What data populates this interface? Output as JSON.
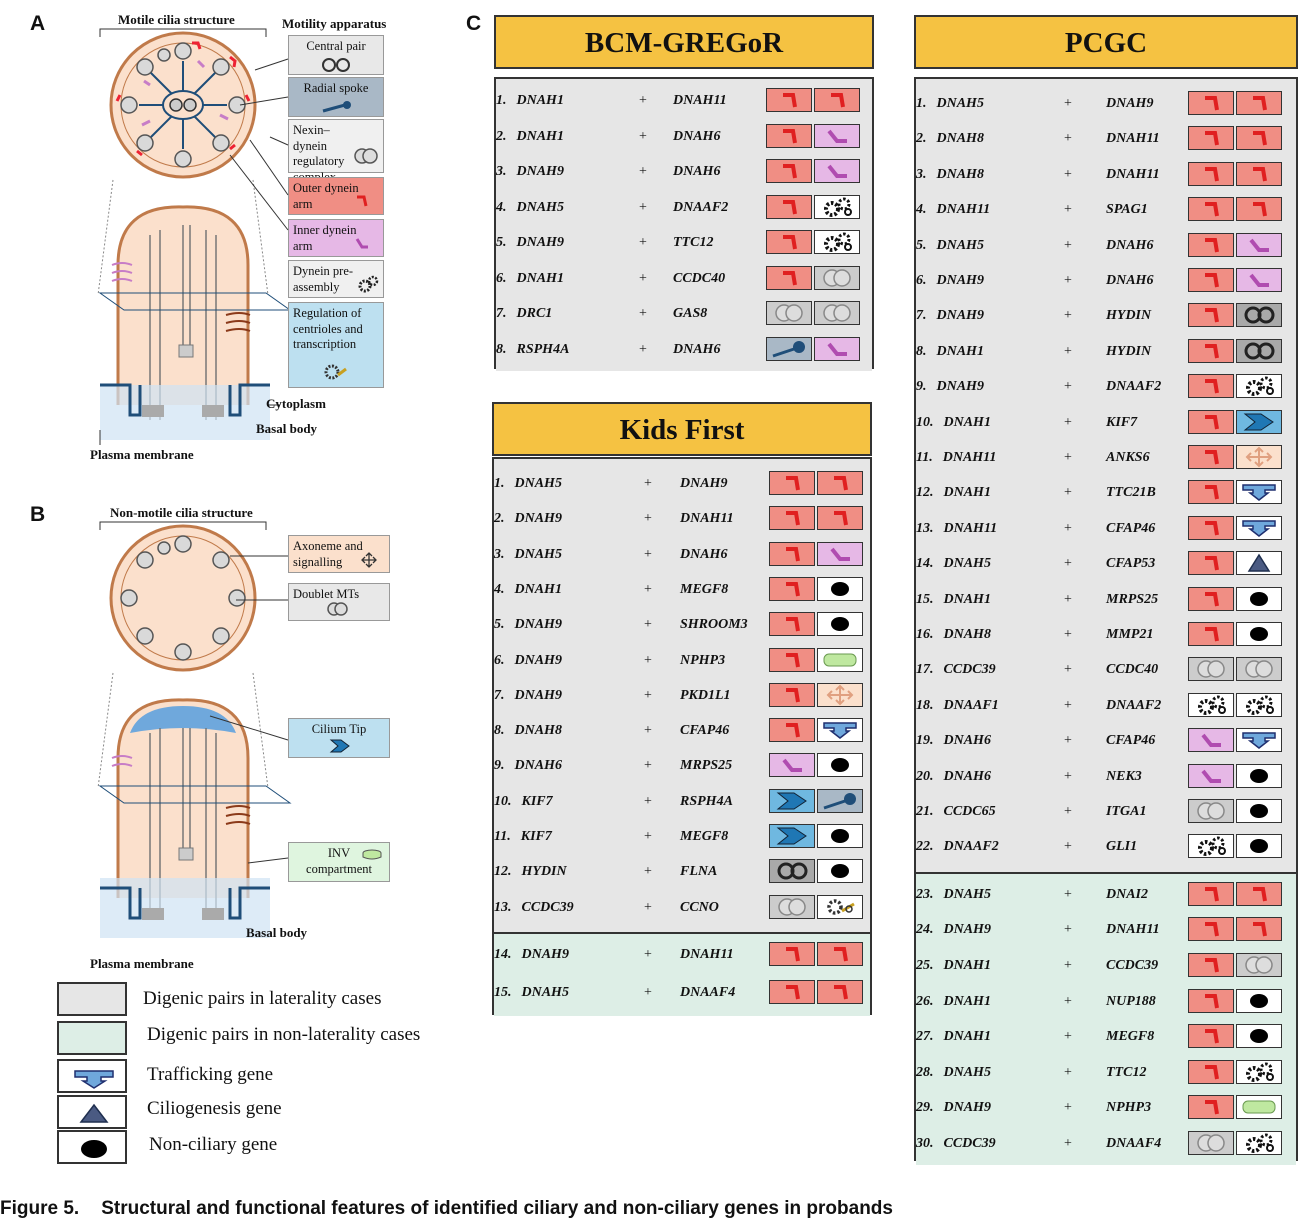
{
  "panels": {
    "a": "A",
    "b": "B",
    "c": "C"
  },
  "figure_caption": {
    "number": "Figure 5.",
    "title": "Structural and functional features of identified ciliary and non-ciliary genes in probands"
  },
  "panel_a": {
    "title": "Motile cilia structure",
    "apparatus_title": "Motility apparatus",
    "cards": [
      {
        "text": "Central pair",
        "color": "#e8e8e8",
        "icon": "central-pair"
      },
      {
        "text": "Radial spoke",
        "color": "#a9b8c6",
        "icon": "radial-spoke"
      },
      {
        "text": "Nexin–dynein regulatory complex",
        "color": "#f0f0f0",
        "icon": "nexin"
      },
      {
        "text": "Outer dynein arm",
        "color": "#f08e84",
        "icon": "outer-dynein"
      },
      {
        "text": "Inner dynein arm",
        "color": "#e6b8e6",
        "icon": "inner-dynein"
      },
      {
        "text": "Dynein pre-assembly",
        "color": "#f0f0f0",
        "icon": "gears"
      },
      {
        "text": "Regulation of centrioles and transcription",
        "color": "#bde0f0",
        "icon": "regulation"
      }
    ],
    "cytoplasm": "Cytoplasm",
    "basal_body": "Basal body",
    "plasma_membrane": "Plasma membrane"
  },
  "panel_b": {
    "title": "Non-motile cilia structure",
    "cards": [
      {
        "text": "Axoneme and signalling",
        "color": "#fbe0cc",
        "icon": "signalling"
      },
      {
        "text": "Doublet MTs",
        "color": "#e8e8e8",
        "icon": "doublet"
      },
      {
        "text": "Cilium Tip",
        "color": "#bde0f0",
        "icon": "tip"
      },
      {
        "text": "INV compartment",
        "color": "#dff5df",
        "icon": "inv"
      }
    ],
    "basal_body": "Basal body",
    "plasma_membrane": "Plasma membrane"
  },
  "key": [
    {
      "text": "Digenic pairs in laterality cases",
      "color": "#e6e6e6",
      "icon": ""
    },
    {
      "text": "Digenic pairs in non-laterality cases",
      "color": "#ddeee6",
      "icon": ""
    },
    {
      "text": "Trafficking gene",
      "color": "#ffffff",
      "icon": "trafficking"
    },
    {
      "text": "Ciliogenesis gene",
      "color": "#ffffff",
      "icon": "ciliogenesis"
    },
    {
      "text": "Non-ciliary gene",
      "color": "#ffffff",
      "icon": "nonciliary"
    }
  ],
  "tables": {
    "bcm": {
      "title": "BCM-GREGoR",
      "rows": [
        [
          "1.",
          "DNAH1",
          "DNAH11",
          "od",
          "od"
        ],
        [
          "2.",
          "DNAH1",
          "DNAH6",
          "od",
          "id"
        ],
        [
          "3.",
          "DNAH9",
          "DNAH6",
          "od",
          "id"
        ],
        [
          "4.",
          "DNAH5",
          "DNAAF2",
          "od",
          "ge"
        ],
        [
          "5.",
          "DNAH9",
          "TTC12",
          "od",
          "ge"
        ],
        [
          "6.",
          "DNAH1",
          "CCDC40",
          "od",
          "nx"
        ],
        [
          "7.",
          "DRC1",
          "GAS8",
          "nx",
          "nx"
        ],
        [
          "8.",
          "RSPH4A",
          "DNAH6",
          "rs",
          "id"
        ]
      ]
    },
    "kids": {
      "title": "Kids First",
      "rows": [
        [
          "1.",
          "DNAH5",
          "DNAH9",
          "od",
          "od"
        ],
        [
          "2.",
          "DNAH9",
          "DNAH11",
          "od",
          "od"
        ],
        [
          "3.",
          "DNAH5",
          "DNAH6",
          "od",
          "id"
        ],
        [
          "4.",
          "DNAH1",
          "MEGF8",
          "od",
          "nc"
        ],
        [
          "5.",
          "DNAH9",
          "SHROOM3",
          "od",
          "nc"
        ],
        [
          "6.",
          "DNAH9",
          "NPHP3",
          "od",
          "iv"
        ],
        [
          "7.",
          "DNAH9",
          "PKD1L1",
          "od",
          "sg"
        ],
        [
          "8.",
          "DNAH8",
          "CFAP46",
          "od",
          "tr"
        ],
        [
          "9.",
          "DNAH6",
          "MRPS25",
          "id",
          "nc"
        ],
        [
          "10.",
          "KIF7",
          "RSPH4A",
          "tp",
          "rs"
        ],
        [
          "11.",
          "KIF7",
          "MEGF8",
          "tp",
          "nc"
        ],
        [
          "12.",
          "HYDIN",
          "FLNA",
          "cp",
          "nc"
        ],
        [
          "13.",
          "CCDC39",
          "CCNO",
          "nx",
          "rg"
        ]
      ],
      "rows_nonlat": [
        [
          "14.",
          "DNAH9",
          "DNAH11",
          "od",
          "od"
        ],
        [
          "15.",
          "DNAH5",
          "DNAAF4",
          "od",
          "od"
        ]
      ]
    },
    "pcgc": {
      "title": "PCGC",
      "rows": [
        [
          "1.",
          "DNAH5",
          "DNAH9",
          "od",
          "od"
        ],
        [
          "2.",
          "DNAH8",
          "DNAH11",
          "od",
          "od"
        ],
        [
          "3.",
          "DNAH8",
          "DNAH11",
          "od",
          "od"
        ],
        [
          "4.",
          "DNAH11",
          "SPAG1",
          "od",
          "od"
        ],
        [
          "5.",
          "DNAH5",
          "DNAH6",
          "od",
          "id"
        ],
        [
          "6.",
          "DNAH9",
          "DNAH6",
          "od",
          "id"
        ],
        [
          "7.",
          "DNAH9",
          "HYDIN",
          "od",
          "cp"
        ],
        [
          "8.",
          "DNAH1",
          "HYDIN",
          "od",
          "cp"
        ],
        [
          "9.",
          "DNAH9",
          "DNAAF2",
          "od",
          "ge"
        ],
        [
          "10.",
          "DNAH1",
          "KIF7",
          "od",
          "tp"
        ],
        [
          "11.",
          "DNAH11",
          "ANKS6",
          "od",
          "sg"
        ],
        [
          "12.",
          "DNAH1",
          "TTC21B",
          "od",
          "tr"
        ],
        [
          "13.",
          "DNAH11",
          "CFAP46",
          "od",
          "tr"
        ],
        [
          "14.",
          "DNAH5",
          "CFAP53",
          "od",
          "cg"
        ],
        [
          "15.",
          "DNAH1",
          "MRPS25",
          "od",
          "nc"
        ],
        [
          "16.",
          "DNAH8",
          "MMP21",
          "od",
          "nc"
        ],
        [
          "17.",
          "CCDC39",
          "CCDC40",
          "nx",
          "nx"
        ],
        [
          "18.",
          "DNAAF1",
          "DNAAF2",
          "ge",
          "ge"
        ],
        [
          "19.",
          "DNAH6",
          "CFAP46",
          "id",
          "tr"
        ],
        [
          "20.",
          "DNAH6",
          "NEK3",
          "id",
          "nc"
        ],
        [
          "21.",
          "CCDC65",
          "ITGA1",
          "nx",
          "nc"
        ],
        [
          "22.",
          "DNAAF2",
          "GLI1",
          "ge",
          "nc"
        ]
      ],
      "rows_nonlat": [
        [
          "23.",
          "DNAH5",
          "DNAI2",
          "od",
          "od"
        ],
        [
          "24.",
          "DNAH9",
          "DNAH11",
          "od",
          "od"
        ],
        [
          "25.",
          "DNAH1",
          "CCDC39",
          "od",
          "nx"
        ],
        [
          "26.",
          "DNAH1",
          "NUP188",
          "od",
          "nc"
        ],
        [
          "27.",
          "DNAH1",
          "MEGF8",
          "od",
          "nc"
        ],
        [
          "28.",
          "DNAH5",
          "TTC12",
          "od",
          "ge"
        ],
        [
          "29.",
          "DNAH9",
          "NPHP3",
          "od",
          "iv"
        ],
        [
          "30.",
          "CCDC39",
          "DNAAF4",
          "nx",
          "ge"
        ]
      ]
    }
  },
  "plus_sign": "+",
  "colors": {
    "laterality_bg": "#e6e6e6",
    "nonlaterality_bg": "#ddeee6",
    "header": "#f5c242"
  }
}
